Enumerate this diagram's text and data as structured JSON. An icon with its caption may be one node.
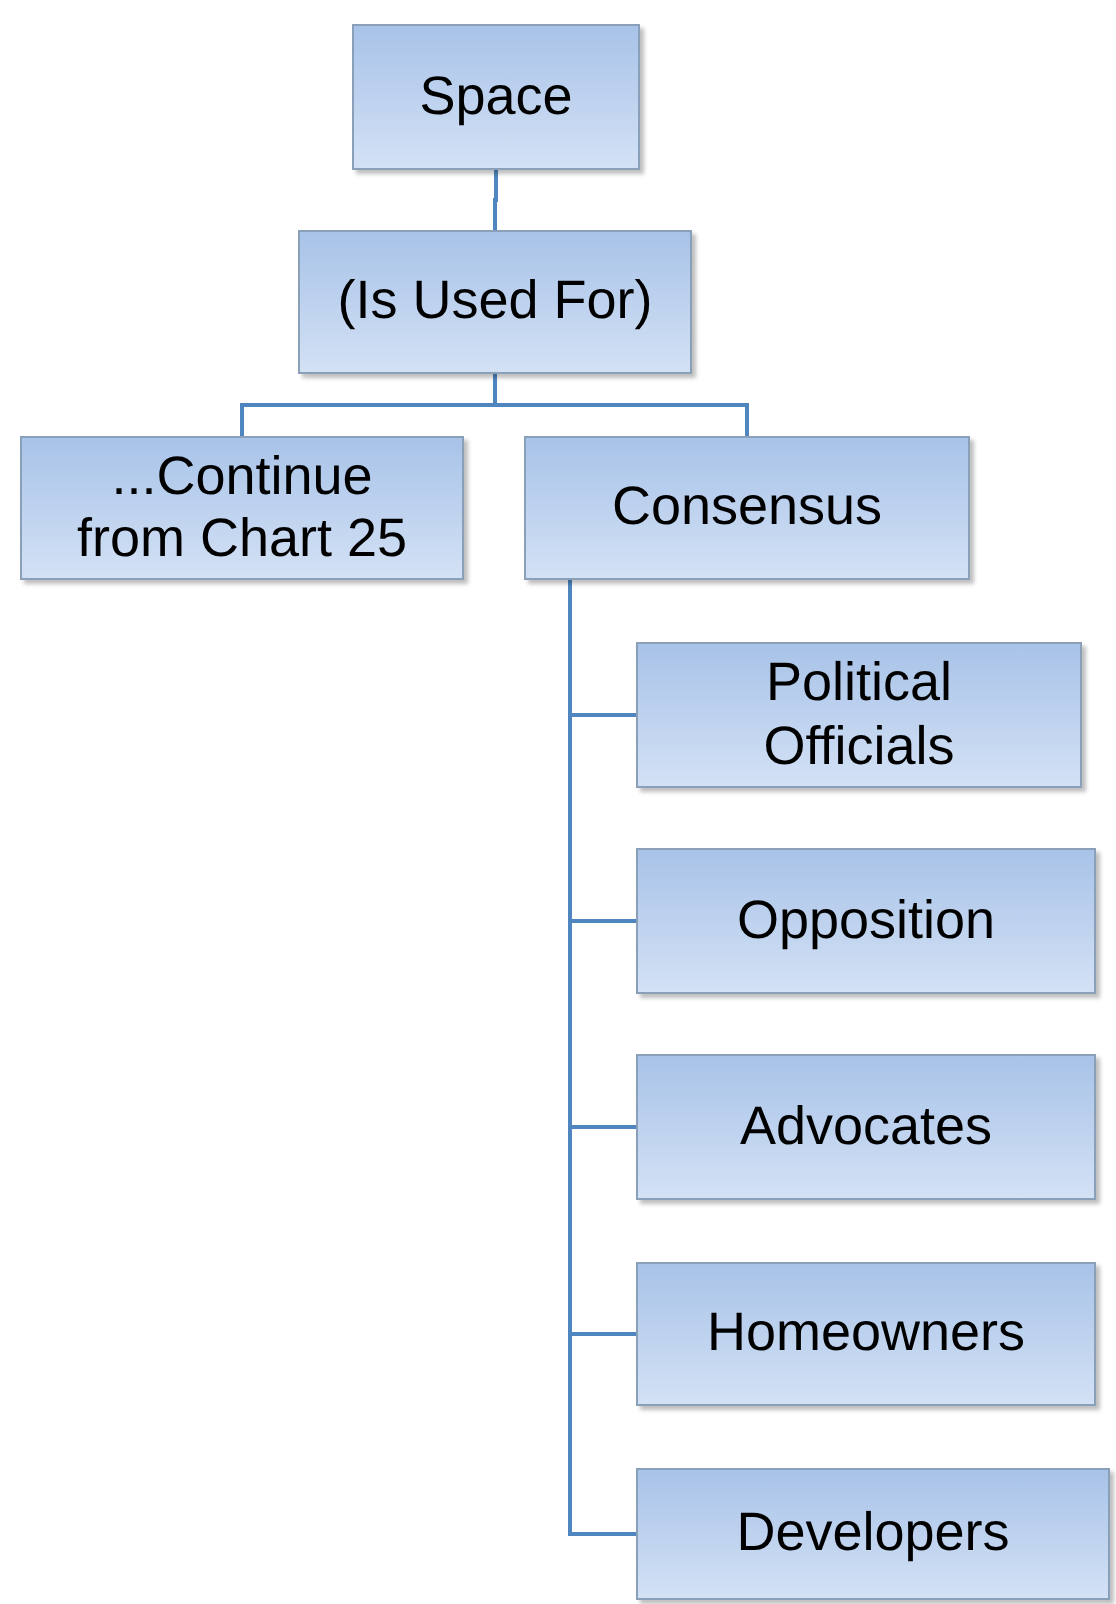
{
  "diagram": {
    "nodes": [
      {
        "text": [
          "Space"
        ]
      },
      {
        "text": [
          "(Is Used For)"
        ]
      },
      {
        "text": [
          "...Continue from Chart 25"
        ]
      },
      {
        "text": [
          "Consensus"
        ]
      },
      {
        "text": [
          "Political Officials"
        ]
      },
      {
        "text": [
          "Opposition"
        ]
      },
      {
        "text": [
          "Advocates"
        ]
      },
      {
        "text": [
          "Homeowners"
        ]
      },
      {
        "text": [
          "Developers"
        ]
      }
    ],
    "edges": [
      {
        "from": 0,
        "to": 1,
        "arrow": "none"
      },
      {
        "from": 1,
        "to": 2,
        "arrow": "none"
      },
      {
        "from": 1,
        "to": 3,
        "arrow": "none"
      },
      {
        "from": 3,
        "to": 4,
        "arrow": "none"
      },
      {
        "from": 3,
        "to": 5,
        "arrow": "none"
      },
      {
        "from": 3,
        "to": 6,
        "arrow": "none"
      },
      {
        "from": 3,
        "to": 7,
        "arrow": "none"
      },
      {
        "from": 3,
        "to": 8,
        "arrow": "none"
      }
    ]
  }
}
